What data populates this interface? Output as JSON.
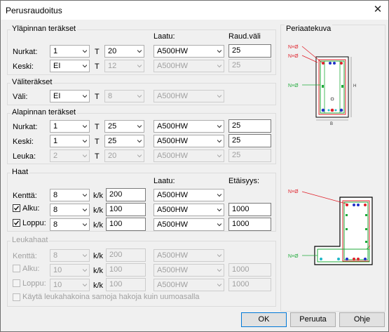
{
  "window": {
    "title": "Perusraudoitus",
    "close_glyph": "✕"
  },
  "columns": {
    "laatu": "Laatu:",
    "raudvali": "Raud.väli",
    "etaisyys": "Etäisyys:"
  },
  "common": {
    "t": "T",
    "kk": "k/k"
  },
  "ylapinta": {
    "title": "Yläpinnan teräkset",
    "nurkat": {
      "label": "Nurkat:",
      "count": "1",
      "dia": "20",
      "grade": "A500HW",
      "spacing": "25"
    },
    "keski": {
      "label": "Keski:",
      "count": "EI",
      "dia": "12",
      "grade": "A500HW",
      "spacing": "25"
    }
  },
  "valiterakset": {
    "title": "Väliteräkset",
    "vali": {
      "label": "Väli:",
      "count": "EI",
      "dia": "8",
      "grade": "A500HW"
    }
  },
  "alapinta": {
    "title": "Alapinnan teräkset",
    "nurkat": {
      "label": "Nurkat:",
      "count": "1",
      "dia": "25",
      "grade": "A500HW",
      "spacing": "25"
    },
    "keski": {
      "label": "Keski:",
      "count": "1",
      "dia": "25",
      "grade": "A500HW",
      "spacing": "25"
    },
    "leuka": {
      "label": "Leuka:",
      "count": "2",
      "dia": "20",
      "grade": "A500HW",
      "spacing": "25"
    }
  },
  "haat": {
    "title": "Haat",
    "kentta": {
      "label": "Kenttä:",
      "dia": "8",
      "cc": "200",
      "grade": "A500HW"
    },
    "alku": {
      "label": "Alku:",
      "checked": true,
      "dia": "8",
      "cc": "100",
      "grade": "A500HW",
      "distance": "1000"
    },
    "loppu": {
      "label": "Loppu:",
      "checked": true,
      "dia": "8",
      "cc": "100",
      "grade": "A500HW",
      "distance": "1000"
    }
  },
  "leukahaat": {
    "title": "Leukahaat",
    "kentta": {
      "label": "Kenttä:",
      "dia": "8",
      "cc": "200",
      "grade": "A500HW"
    },
    "alku": {
      "label": "Alku:",
      "checked": false,
      "dia": "10",
      "cc": "100",
      "grade": "A500HW",
      "distance": "1000"
    },
    "loppu": {
      "label": "Loppu:",
      "checked": false,
      "dia": "10",
      "cc": "100",
      "grade": "A500HW",
      "distance": "1000"
    },
    "same_stirrups": {
      "label": "Käytä leukahakoina samoja hakoja kuin uumoasalla",
      "checked": false
    }
  },
  "preview": {
    "title": "Periaatekuva",
    "top_label": "N×Ø",
    "side_label": "N×Ø",
    "h_label": "H",
    "b_label": "B",
    "ledge_top_label": "N×Ø",
    "ledge_side_label": "N×Ø",
    "colors": {
      "red": "#e0202a",
      "green": "#1faa3a",
      "blue": "#2030c8",
      "cyan": "#20b8c8"
    }
  },
  "buttons": {
    "ok": "OK",
    "cancel": "Peruuta",
    "help": "Ohje"
  }
}
